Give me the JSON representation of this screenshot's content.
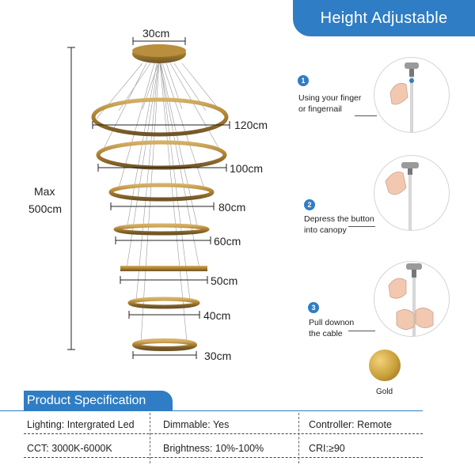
{
  "dimensions": {
    "canopy_width": "30cm",
    "max_label": "Max",
    "max_value": "500cm",
    "ring_sizes": [
      "120cm",
      "100cm",
      "80cm",
      "60cm",
      "50cm",
      "40cm",
      "30cm"
    ]
  },
  "height_adjustable": {
    "title": "Height Adjustable",
    "steps": [
      {
        "number": "1",
        "line1": "Using your finger",
        "line2": "or fingernail"
      },
      {
        "number": "2",
        "line1": "Depress the button",
        "line2": "into canopy"
      },
      {
        "number": "3",
        "line1": "Pull downon",
        "line2": "the cable"
      }
    ]
  },
  "finish": {
    "label": "Gold",
    "color": "#c9a03a"
  },
  "spec": {
    "title": "Product Specification",
    "rows": [
      [
        "Lighting: Intergrated Led",
        "Dimmable: Yes",
        "Controller: Remote"
      ],
      [
        "CCT: 3000K-6000K",
        "Brightness: 10%-100%",
        "CRI:≥90"
      ]
    ]
  },
  "colors": {
    "accent": "#2f7dc4",
    "ring_gold": "#b98e3c",
    "ring_dark": "#6e5428"
  }
}
